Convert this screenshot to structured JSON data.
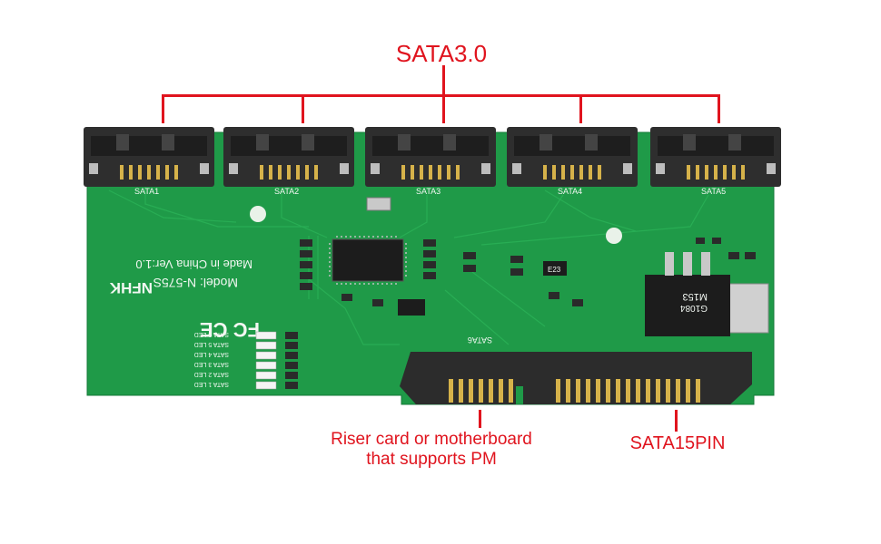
{
  "callouts": {
    "top": "SATA3.0",
    "riser_line1": "Riser card or motherboard",
    "riser_line2": "that supports PM",
    "power": "SATA15PIN"
  },
  "board": {
    "ports": [
      "SATA1",
      "SATA2",
      "SATA3",
      "SATA4",
      "SATA5"
    ],
    "bottom_connector": "SATA6",
    "model": "Model: N-575S",
    "made_in": "Made in China Ver:1.0",
    "brand": "NFHK",
    "led_labels": [
      "SATA 6 LED",
      "SATA 5 LED",
      "SATA 4 LED",
      "SATA 3 LED",
      "SATA 2 LED",
      "SATA 1 LED"
    ],
    "chip_marking_1": "M153",
    "chip_marking_2": "G1084",
    "small_chip": "E23"
  },
  "colors": {
    "pcb": "#1f9a48",
    "callout_red": "#e0141e",
    "connector": "#2c2c2c",
    "pins": "#d6b24a"
  }
}
